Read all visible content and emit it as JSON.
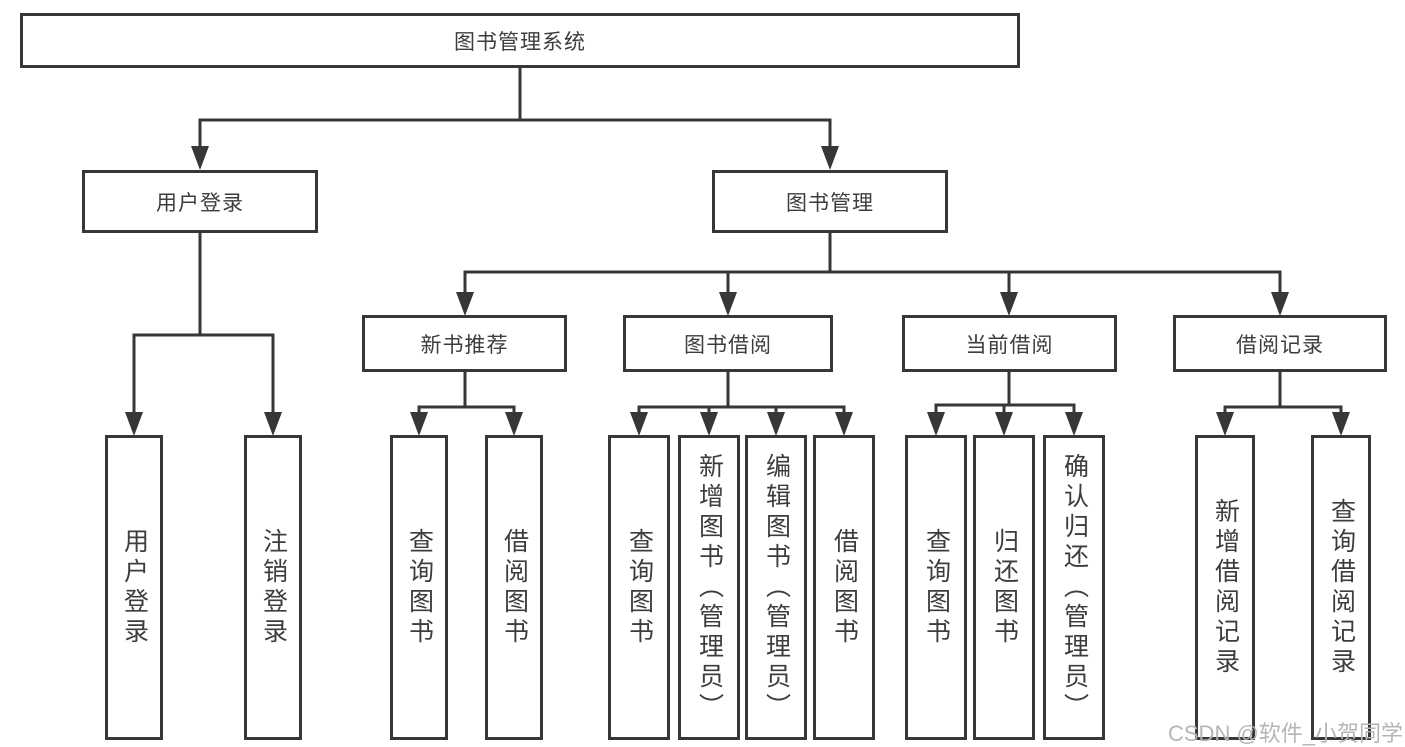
{
  "diagram": {
    "root": {
      "label": "图书管理系统"
    },
    "level2": [
      {
        "label": "用户登录"
      },
      {
        "label": "图书管理"
      }
    ],
    "level3": [
      {
        "label": "新书推荐"
      },
      {
        "label": "图书借阅"
      },
      {
        "label": "当前借阅"
      },
      {
        "label": "借阅记录"
      }
    ],
    "leaves": {
      "user_login": [
        {
          "label": "用户登录"
        },
        {
          "label": "注销登录"
        }
      ],
      "new_book": [
        {
          "label": "查询图书"
        },
        {
          "label": "借阅图书"
        }
      ],
      "book_borrow": [
        {
          "label": "查询图书"
        },
        {
          "label": "新增图书（管理员）"
        },
        {
          "label": "编辑图书（管理员）"
        },
        {
          "label": "借阅图书"
        }
      ],
      "current_borrow": [
        {
          "label": "查询图书"
        },
        {
          "label": "归还图书"
        },
        {
          "label": "确认归还（管理员）"
        }
      ],
      "borrow_record": [
        {
          "label": "新增借阅记录"
        },
        {
          "label": "查询借阅记录"
        }
      ]
    }
  },
  "watermark": {
    "text": "CSDN @软件_小贺同学"
  },
  "colors": {
    "line": "#373737",
    "text": "#3d3d3d",
    "watermark": "#b5b5b5",
    "background": "#ffffff"
  }
}
